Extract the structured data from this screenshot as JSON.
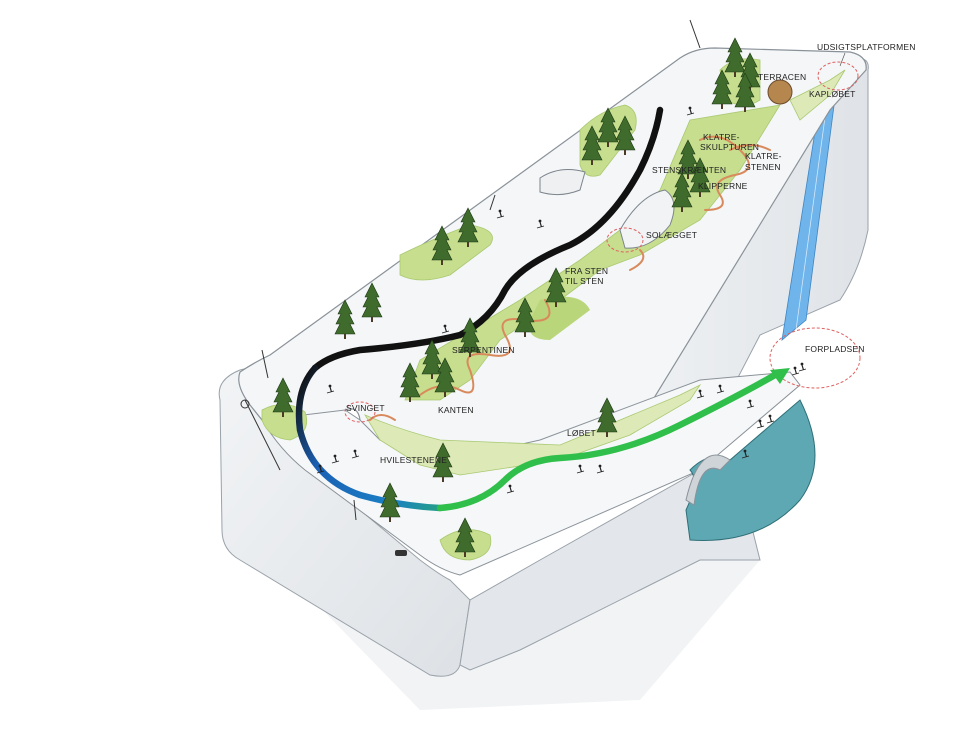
{
  "labels": {
    "udsigtsplatformen": "UDSIGTSPLATFORMEN",
    "terracen": "TERRACEN",
    "kaploebet": "KAPLØBET",
    "klatreskulpturen_1": "KLATRE-",
    "klatreskulpturen_2": "SKULPTUREN",
    "klatrestenen_1": "KLATRE-",
    "klatrestenen_2": "STENEN",
    "stenskraenten": "STENSKRÆNTEN",
    "klipperne": "KLIPPERNE",
    "solaegget": "SOLÆGGET",
    "fra_sten_1": "FRA STEN",
    "fra_sten_2": "TIL STEN",
    "serpentinen": "SERPENTINEN",
    "svinget": "SVINGET",
    "kanten": "KANTEN",
    "loebet": "LØBET",
    "hvilestenene": "HVILESTENENE",
    "forpladsen": "FORPLADSEN"
  },
  "colors": {
    "slope_snow": "#f4f6f8",
    "building_side": "#e9ecef",
    "building_shadow": "#d6dadf",
    "grass": "#c6de8e",
    "grass_dark": "#a9c971",
    "path_orange": "#d98a5c",
    "tree": "#3f6b2c",
    "water": "#5ea8b3",
    "waterfall": "#6fb4ea",
    "run_black": "#111111",
    "run_blue": "#1a5fb4",
    "run_green": "#2fbf4a",
    "dashed_zone": "#e06060"
  }
}
